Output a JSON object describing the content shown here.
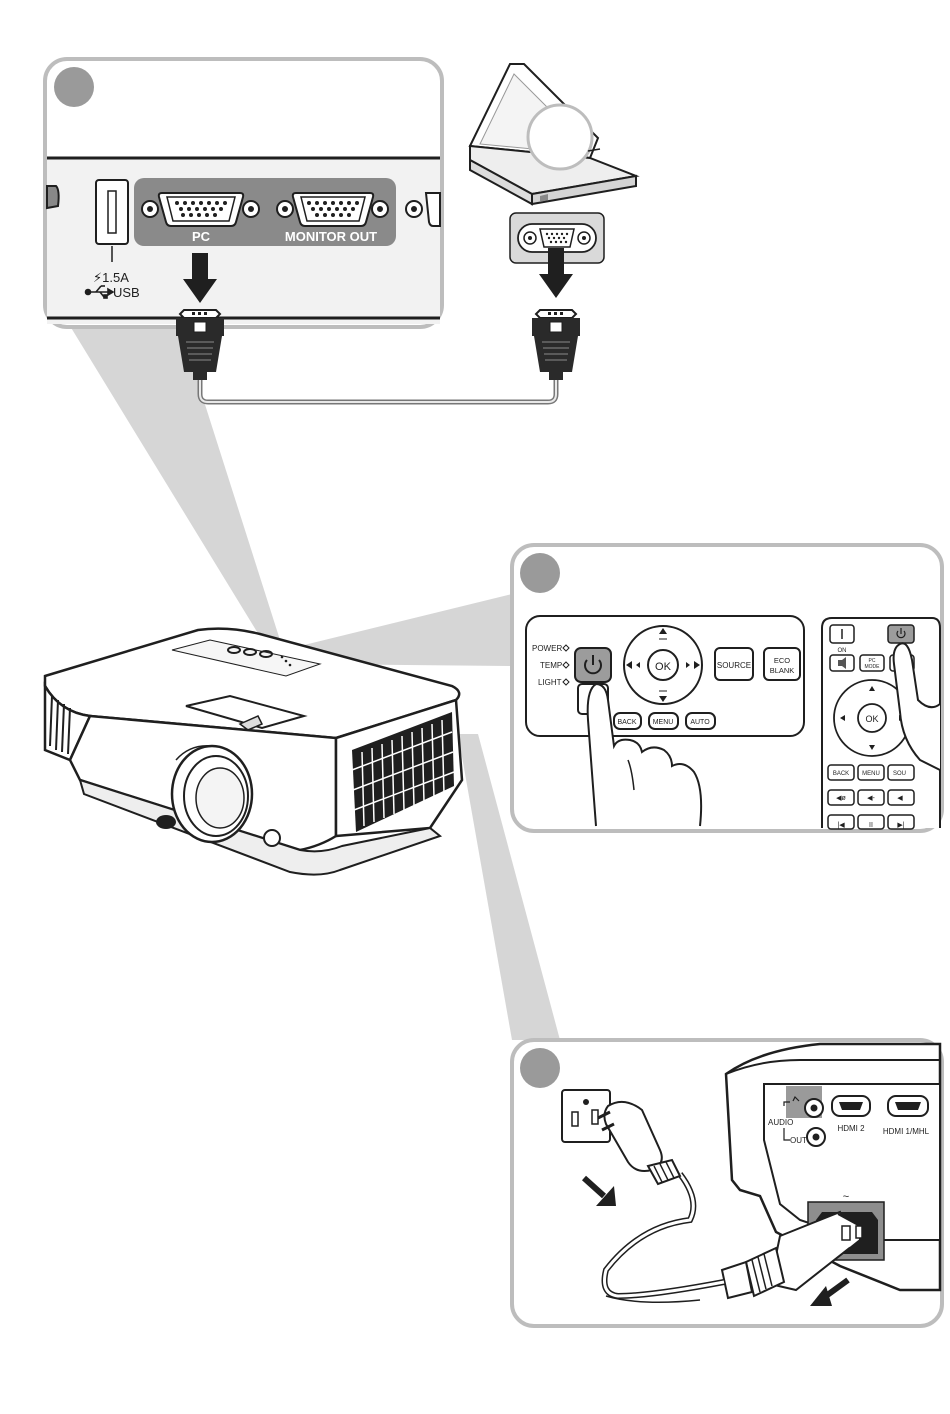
{
  "panel1": {
    "ports": {
      "pc": "PC",
      "monitor_out": "MONITOR OUT"
    },
    "usb": {
      "rating": "⚡1.5A",
      "label": "USB"
    }
  },
  "panel2": {
    "indicators": [
      "POWER",
      "TEMP",
      "LIGHT"
    ],
    "buttons": {
      "ok": "OK",
      "source": "SOURCE",
      "eco_line1": "ECO",
      "eco_line2": "BLANK",
      "back": "BACK",
      "menu": "MENU",
      "auto": "AUTO"
    },
    "remote": {
      "on": "ON",
      "pc_mode_line1": "PC",
      "pc_mode_line2": "MODE",
      "ok": "OK",
      "back": "BACK",
      "menu": "MENU",
      "sou": "SOU"
    }
  },
  "panel3": {
    "audio": "AUDIO",
    "out": "OUT",
    "hdmi2": "HDMI 2",
    "hdmi1": "HDMI 1/MHL",
    "ac": "~"
  },
  "colors": {
    "callout_gray": "#d6d6d6",
    "panel_border": "#bdbdbd",
    "port_panel": "#8a8a8a",
    "number_circle": "#9a9a9a",
    "dark": "#1f1f1f"
  }
}
